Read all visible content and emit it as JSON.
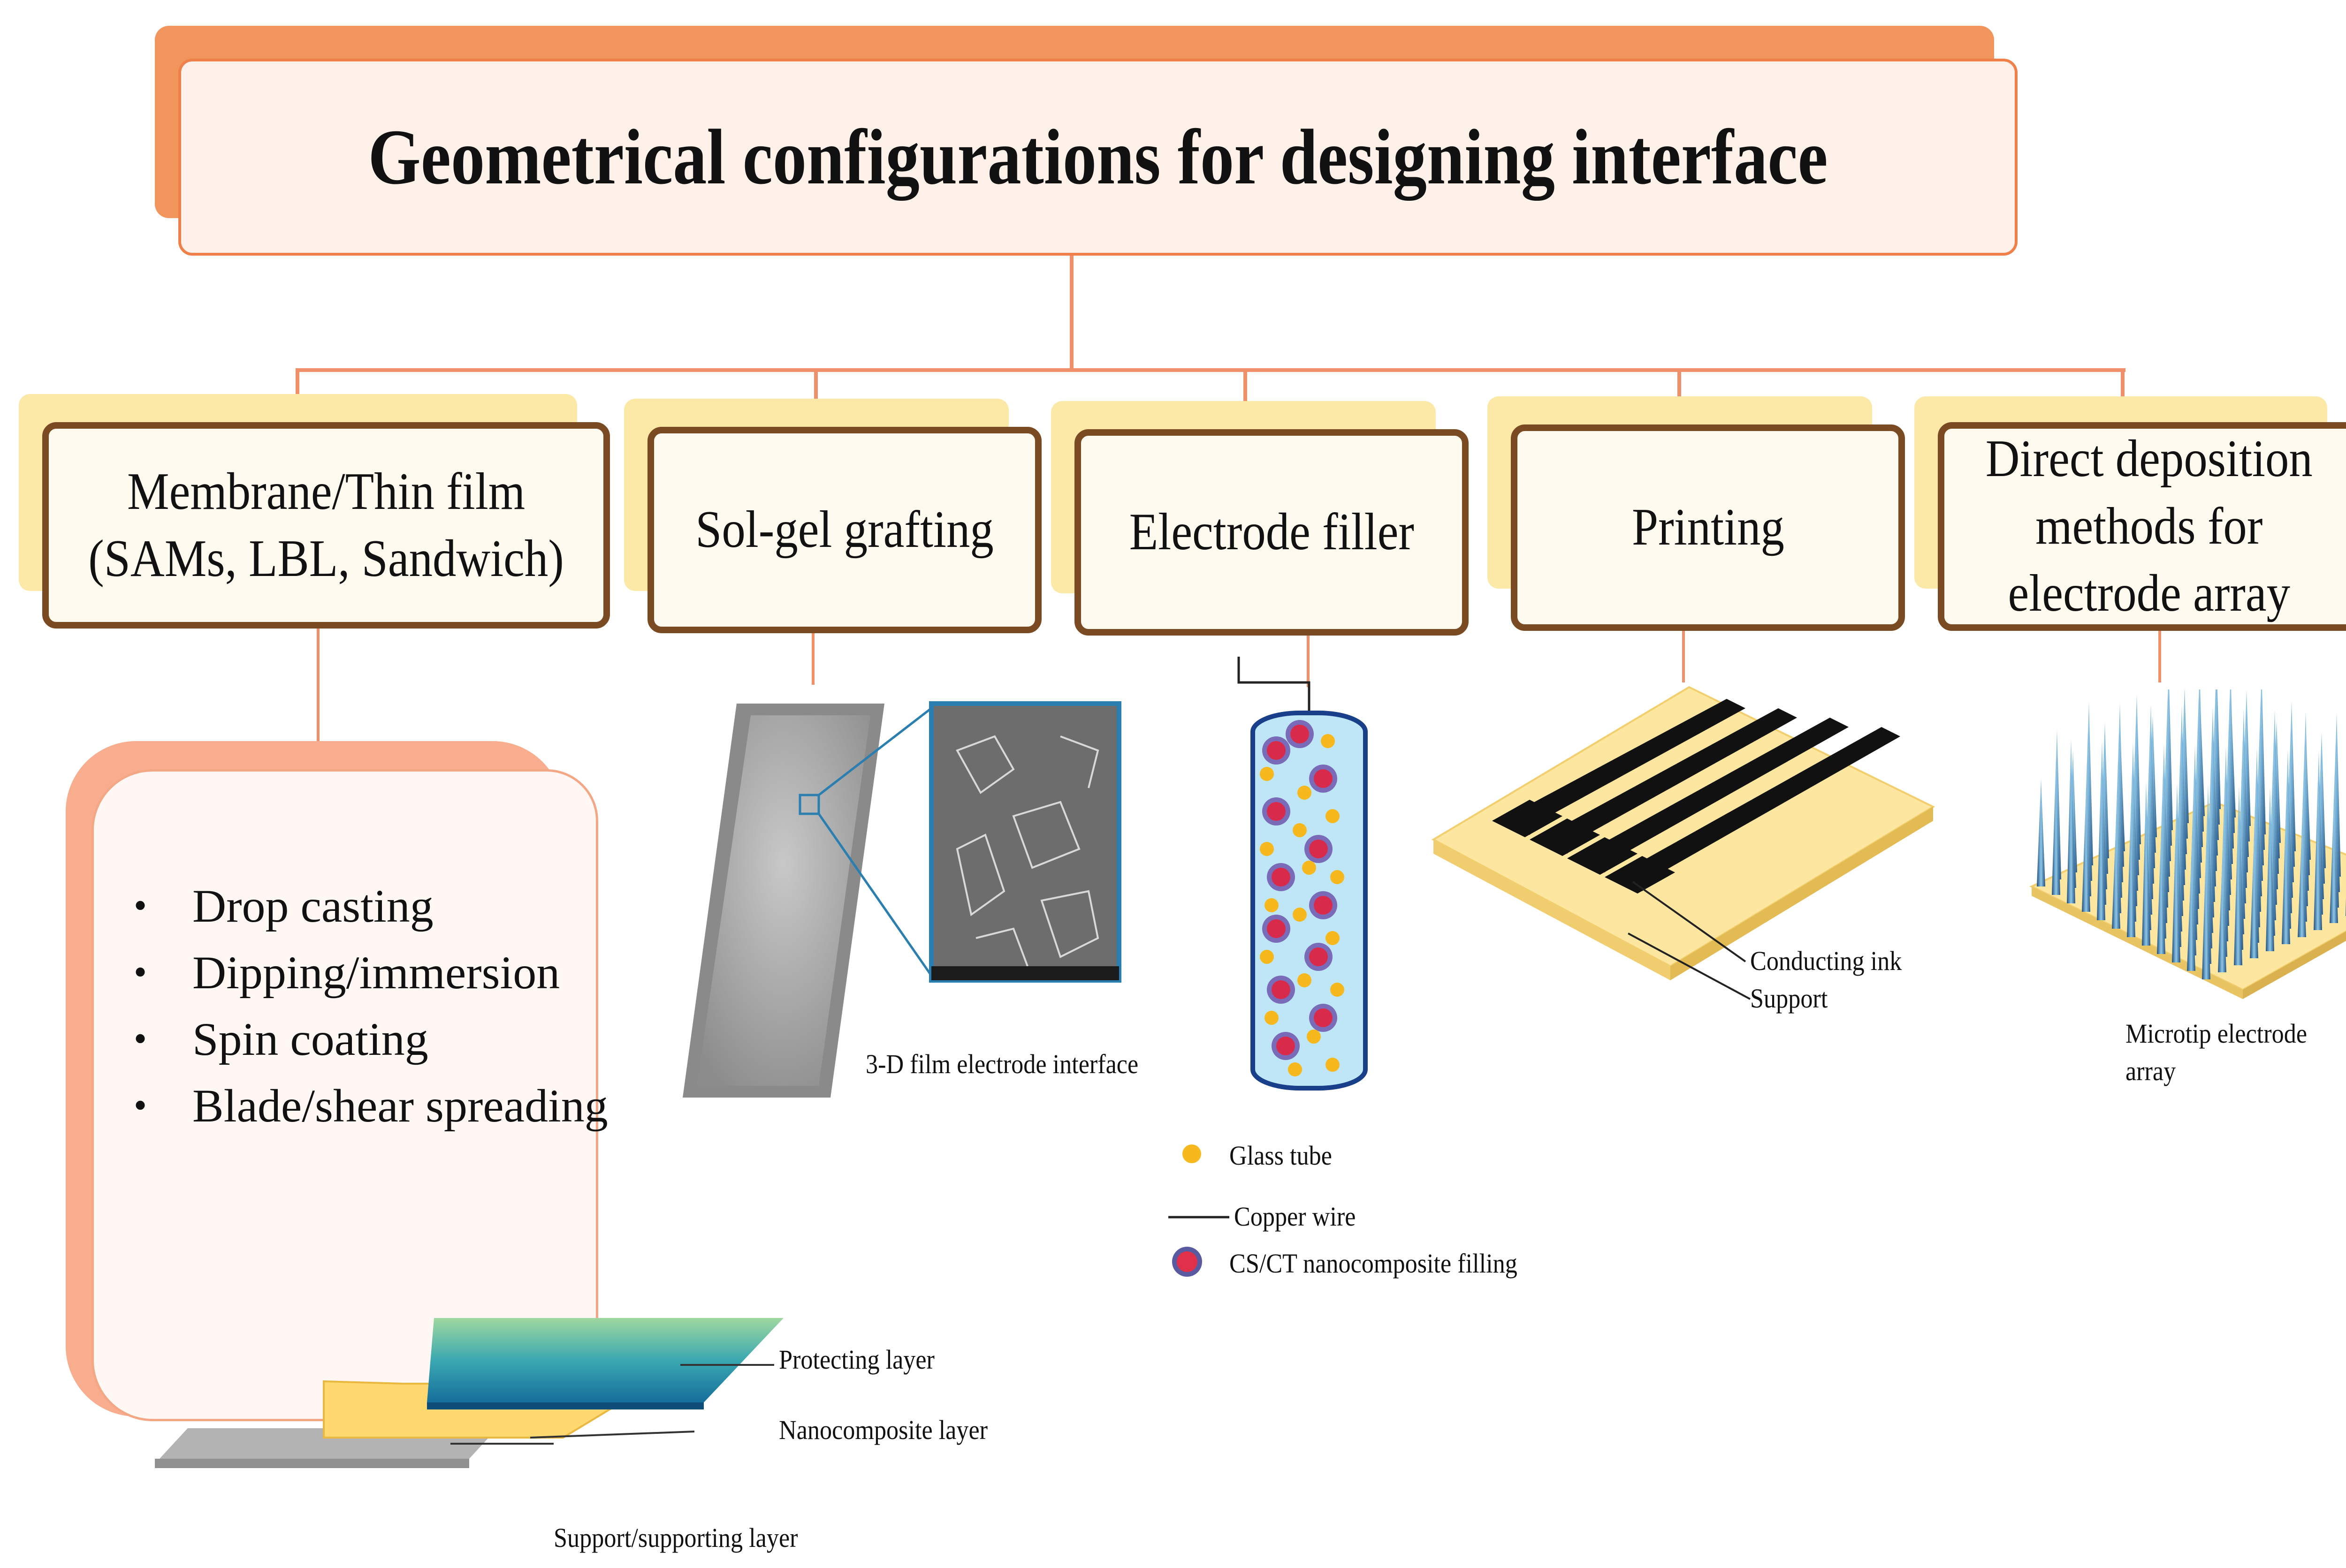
{
  "title": "Geometrical configurations for designing interface",
  "categories": [
    {
      "label": "Membrane/Thin film\n(SAMs, LBL, Sandwich)"
    },
    {
      "label": "Sol-gel grafting"
    },
    {
      "label": "Electrode filler"
    },
    {
      "label": "Printing"
    },
    {
      "label": "Direct deposition\nmethods for\nelectrode array"
    }
  ],
  "methods": [
    "Drop casting",
    "Dipping/immersion",
    "Spin coating",
    "Blade/shear spreading"
  ],
  "membrane_layers": {
    "protecting": "Protecting layer",
    "nanocomposite": "Nanocomposite layer",
    "support": "Support/supporting layer"
  },
  "solgel_caption": "3-D film electrode interface",
  "electrode_filler": {
    "glass_tube": "Glass tube",
    "copper_wire": "Copper wire",
    "filling": "CS/CT nanocomposite filling"
  },
  "printing": {
    "ink": "Conducting ink",
    "support": "Support"
  },
  "microtip": {
    "line1": "Microtip electrode",
    "line2": "array"
  },
  "colors": {
    "title_accent": "#f0804a",
    "category_border": "#7a4a22",
    "category_shadow": "#fce9a8",
    "connector": "#f0906a",
    "gold_dot": "#f6b81c",
    "red_dot": "#d82a4a",
    "tube_fill": "#bfe6f6"
  }
}
